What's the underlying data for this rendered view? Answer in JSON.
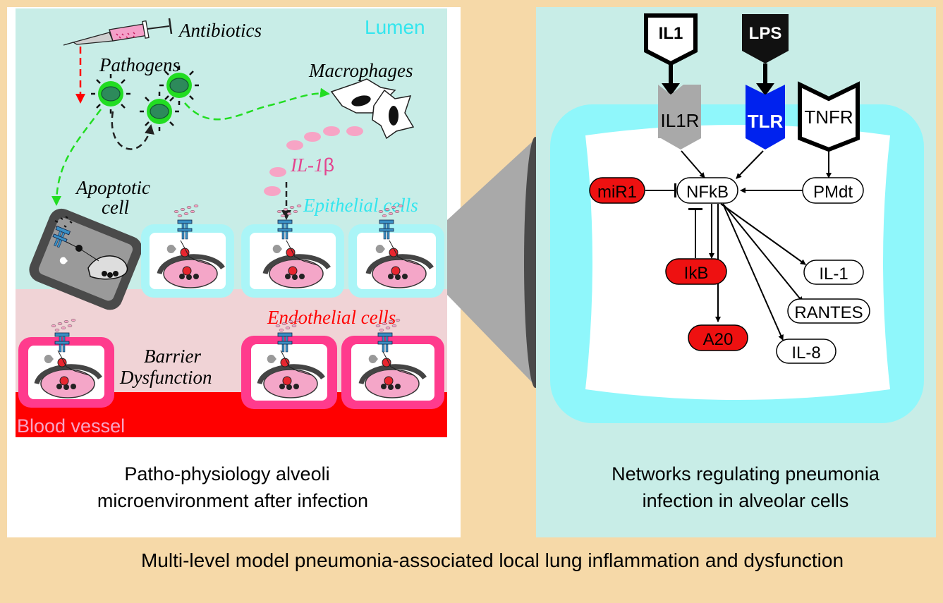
{
  "left": {
    "labels": {
      "antibiotics": "Antibiotics",
      "lumen": "Lumen",
      "pathogens": "Pathogens",
      "macrophages": "Macrophages",
      "il1b_prefix": "IL-1",
      "il1b_suffix": "β",
      "apoptotic_line1": "Apoptotic",
      "apoptotic_line2": "cell",
      "epithelial": "Epithelial cells",
      "endothelial": "Endothelial cells",
      "barrier_line1": "Barrier",
      "barrier_line2": "Dysfunction",
      "blood_vessel": "Blood vessel"
    },
    "caption_line1": "Patho-physiology alveoli",
    "caption_line2": "microenvironment after infection"
  },
  "right": {
    "inputs": {
      "il1": "IL1",
      "lps": "LPS"
    },
    "receptors": {
      "il1r": "IL1R",
      "tlr": "TLR",
      "tnfr": "TNFR"
    },
    "nodes": {
      "nfkb": "NFkB",
      "mir1": "miR1",
      "pmdt": "PMdt",
      "ikb": "IkB",
      "a20": "A20",
      "il1_out": "IL-1",
      "rantes": "RANTES",
      "il8": "IL-8"
    },
    "caption_line1": "Networks regulating pneumonia",
    "caption_line2": "infection in alveolar cells"
  },
  "footer": "Multi-level model pneumonia-associated local lung inflammation and dysfunction",
  "colors": {
    "background": "#f6d9a8",
    "lumen": "#c8ede7",
    "blood_vessel": "#ff0000",
    "endothelial_zone": "#f0d3d6",
    "epithelial_cell": "#aaf5f7",
    "endothelial_cell": "#ff3b8d",
    "pathogen": "#22dd22",
    "node_red": "#ee1111",
    "tlr_blue": "#0022ee",
    "il1r_gray": "#a9a9a9"
  }
}
